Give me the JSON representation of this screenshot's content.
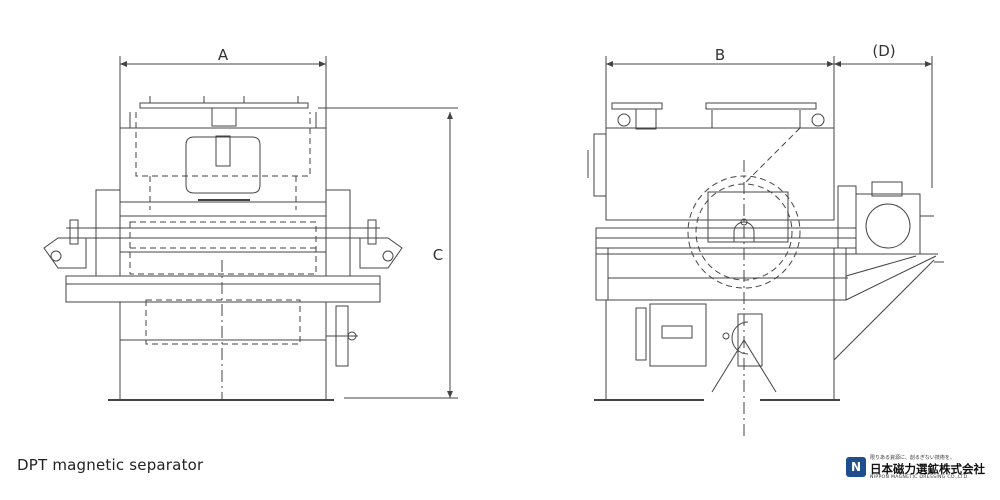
{
  "drawing": {
    "dimensions": {
      "a": "A",
      "b": "B",
      "c": "C",
      "d": "(D)"
    }
  },
  "caption": "DPT magnetic separator",
  "company": {
    "tagline": "限りある資源に、創るぎない技術を。",
    "name": "日本磁力選鉱株式会社",
    "name_en": "NIPPON MAGNETIC DRESSING CO.,LTD.",
    "mark": "N",
    "brand_color": "#1f4e8f"
  }
}
